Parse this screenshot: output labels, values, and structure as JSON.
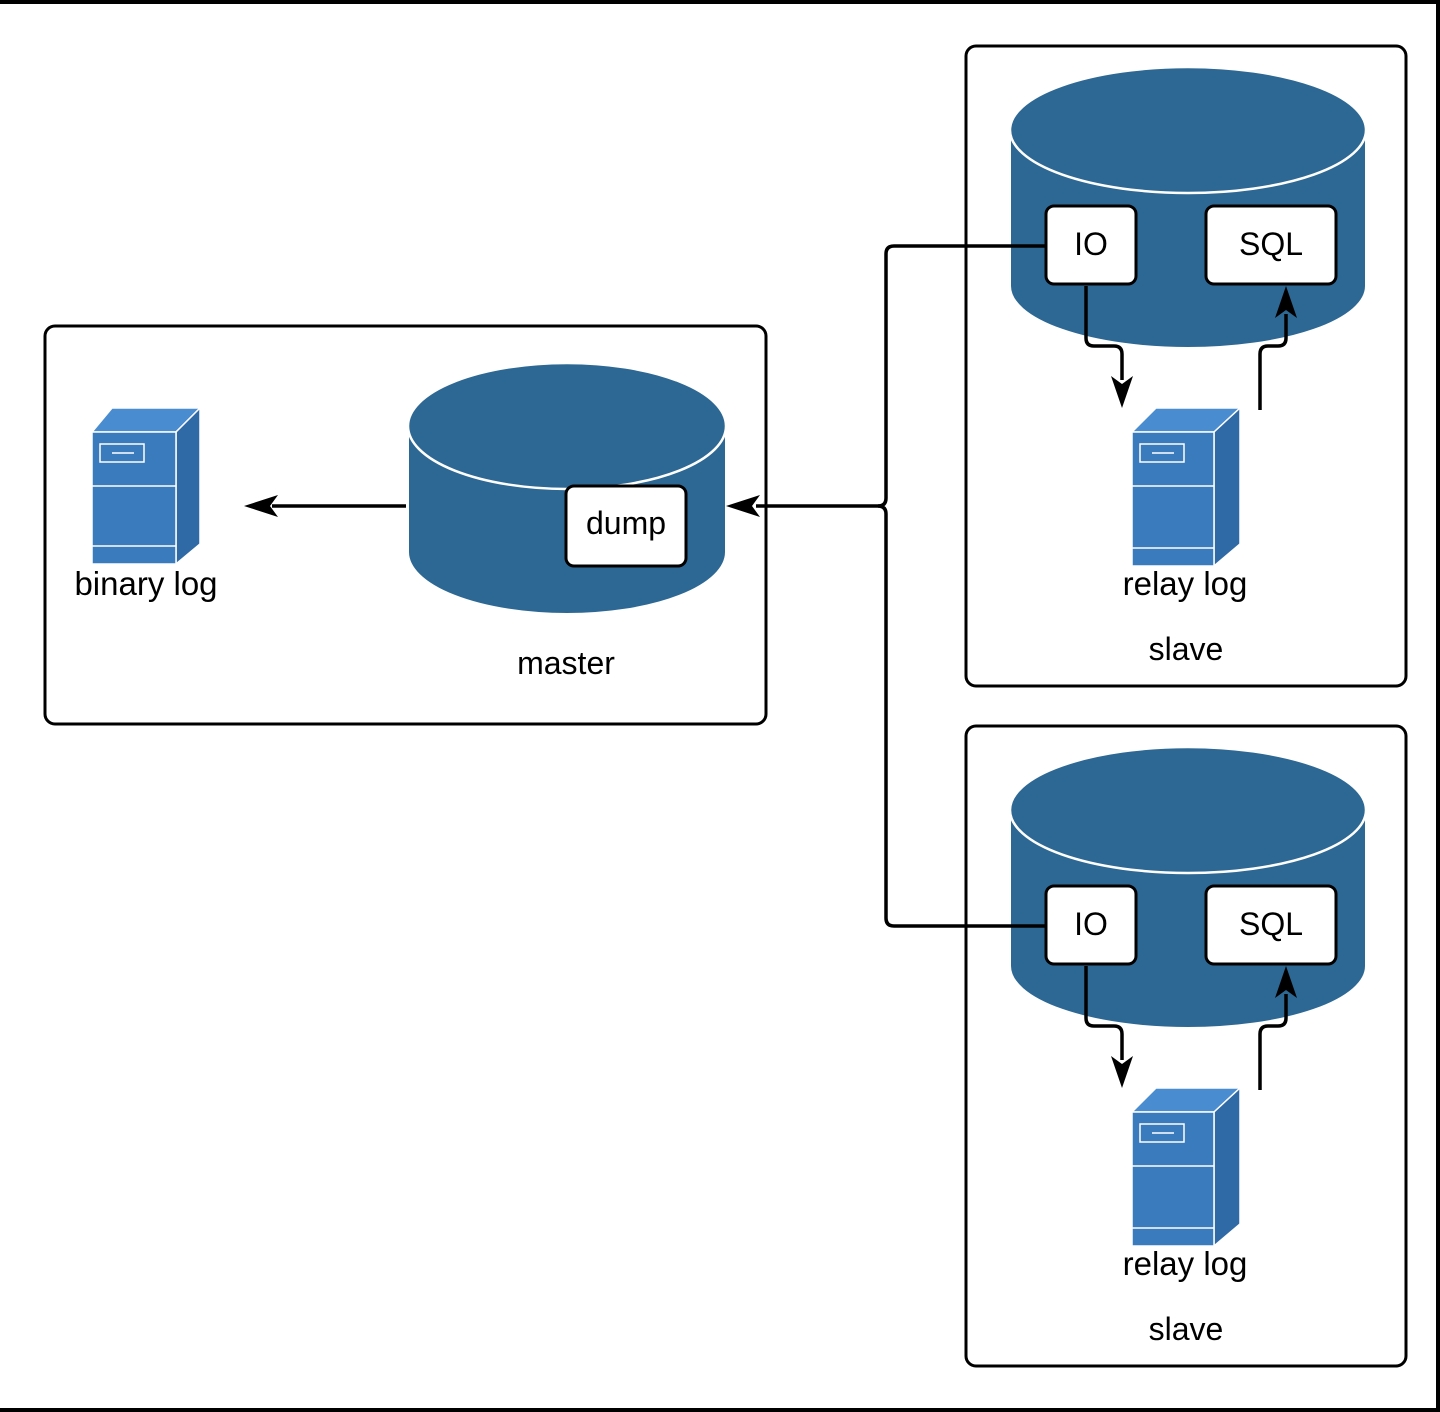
{
  "master": {
    "title": "master",
    "process": "dump",
    "log": "binary log"
  },
  "slaves": [
    {
      "title": "slave",
      "io": "IO",
      "sql": "SQL",
      "log": "relay log"
    },
    {
      "title": "slave",
      "io": "IO",
      "sql": "SQL",
      "log": "relay log"
    }
  ],
  "colors": {
    "database": "#2c6893",
    "server": "#3a7bbd",
    "frame": "#ffffff",
    "background": "#000000"
  },
  "icons": {
    "database": "database-cylinder-icon",
    "server": "server-tower-icon"
  }
}
